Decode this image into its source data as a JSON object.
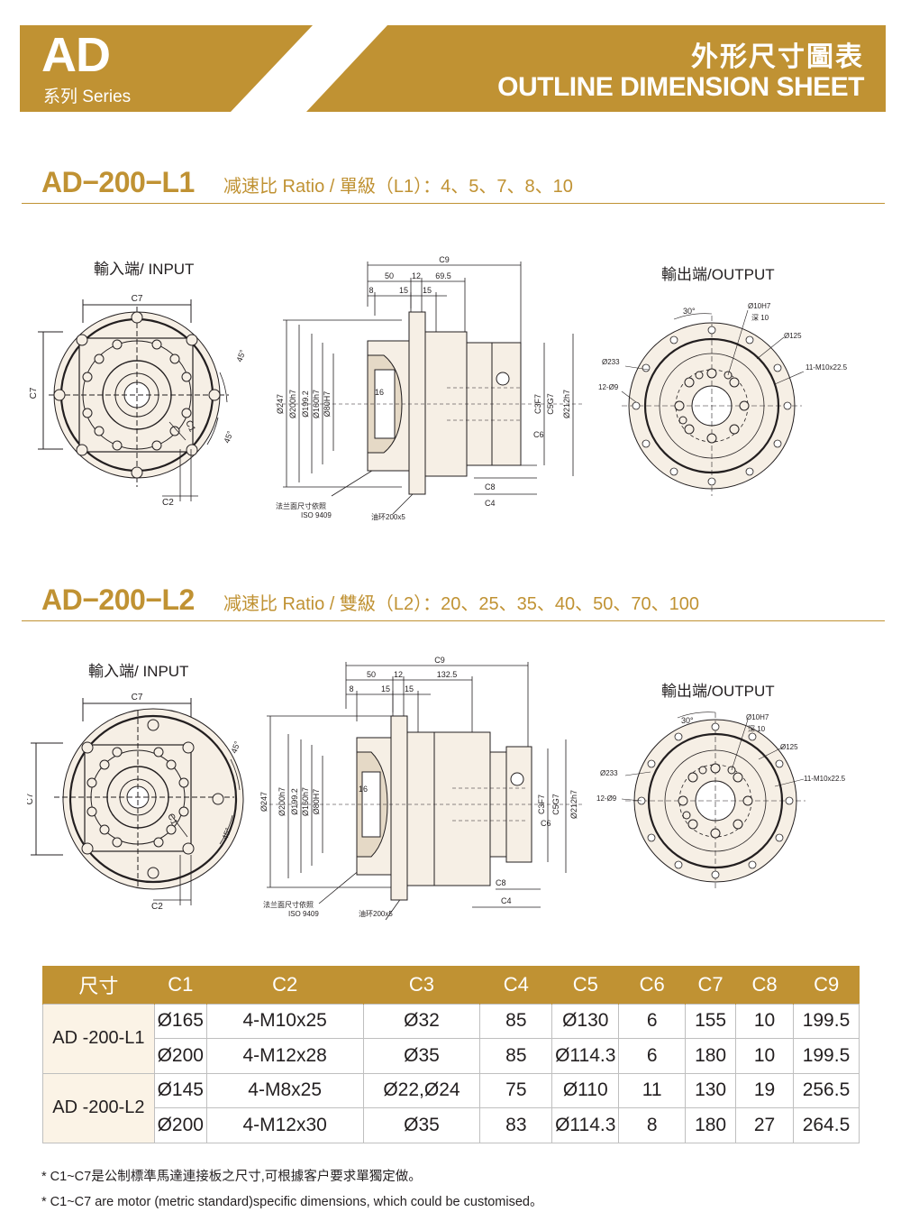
{
  "header": {
    "series_code": "AD",
    "series_name": "系列 Series",
    "sheet_title_zh": "外形尺寸圖表",
    "sheet_title_en": "OUTLINE DIMENSION SHEET"
  },
  "sections": [
    {
      "model": "AD−200−L1",
      "ratio_text": "减速比 Ratio / 單級（L1）：4、5、7、8、10",
      "input_label": "輸入端/ INPUT",
      "output_label": "輸出端/OUTPUT",
      "side": {
        "top_dims": [
          "C9",
          "50",
          "12",
          "69.5"
        ],
        "sub_dims": [
          "8",
          "15",
          "15"
        ],
        "left_dims": [
          "Ø247",
          "Ø200h7",
          "Ø199.2",
          "Ø160h7",
          "Ø80H7"
        ],
        "inner_dim": "16",
        "right_dims": [
          "C3F7",
          "C5G7",
          "Ø212h7",
          "C6"
        ],
        "bottom_dims": [
          "C8",
          "C4"
        ],
        "note_flange": "法兰面尺寸依照",
        "note_iso": "ISO 9409",
        "note_oil": "油环200x5"
      },
      "input": {
        "dims": [
          "C7",
          "C7",
          "45°",
          "C1",
          "45°",
          "C2"
        ]
      },
      "output": {
        "dims": [
          "30°",
          "Ø10H7",
          "深 10",
          "Ø125",
          "Ø233",
          "11-M10x22.5",
          "12-Ø9"
        ]
      }
    },
    {
      "model": "AD−200−L2",
      "ratio_text": "减速比 Ratio / 雙級（L2）：20、25、35、40、50、70、100",
      "input_label": "輸入端/ INPUT",
      "output_label": "輸出端/OUTPUT",
      "side": {
        "top_dims": [
          "C9",
          "50",
          "12",
          "132.5"
        ],
        "sub_dims": [
          "8",
          "15",
          "15"
        ],
        "left_dims": [
          "Ø247",
          "Ø200h7",
          "Ø199.2",
          "Ø160h7",
          "Ø80H7"
        ],
        "inner_dim": "16",
        "right_dims": [
          "C3F7",
          "C5G7",
          "Ø212h7",
          "C6"
        ],
        "bottom_dims": [
          "C8",
          "C4"
        ],
        "note_flange": "法兰面尺寸依照",
        "note_iso": "ISO 9409",
        "note_oil": "油环200x5"
      },
      "input": {
        "dims": [
          "C7",
          "C7",
          "45°",
          "C1",
          "45°",
          "C2"
        ]
      },
      "output": {
        "dims": [
          "30°",
          "Ø10H7",
          "深 10",
          "Ø125",
          "Ø233",
          "11-M10x22.5",
          "12-Ø9"
        ]
      }
    }
  ],
  "table": {
    "headers": [
      "尺寸",
      "C1",
      "C2",
      "C3",
      "C4",
      "C5",
      "C6",
      "C7",
      "C8",
      "C9"
    ],
    "groups": [
      {
        "model": "AD -200-L1",
        "rows": [
          [
            "Ø165",
            "4-M10x25",
            "Ø32",
            "85",
            "Ø130",
            "6",
            "155",
            "10",
            "199.5"
          ],
          [
            "Ø200",
            "4-M12x28",
            "Ø35",
            "85",
            "Ø114.3",
            "6",
            "180",
            "10",
            "199.5"
          ]
        ]
      },
      {
        "model": "AD -200-L2",
        "rows": [
          [
            "Ø145",
            "4-M8x25",
            "Ø22,Ø24",
            "75",
            "Ø110",
            "11",
            "130",
            "19",
            "256.5"
          ],
          [
            "Ø200",
            "4-M12x30",
            "Ø35",
            "83",
            "Ø114.3",
            "8",
            "180",
            "27",
            "264.5"
          ]
        ]
      }
    ]
  },
  "notes": [
    "* C1~C7是公制標準馬達連接板之尺寸,可根據客户要求單獨定做。",
    "* C1~C7 are motor (metric standard)specific dimensions, which could be customised。"
  ],
  "colors": {
    "accent": "#c09233",
    "body_fill": "#f6efe5",
    "model_cell": "#fbf3e6",
    "line": "#231f20"
  }
}
